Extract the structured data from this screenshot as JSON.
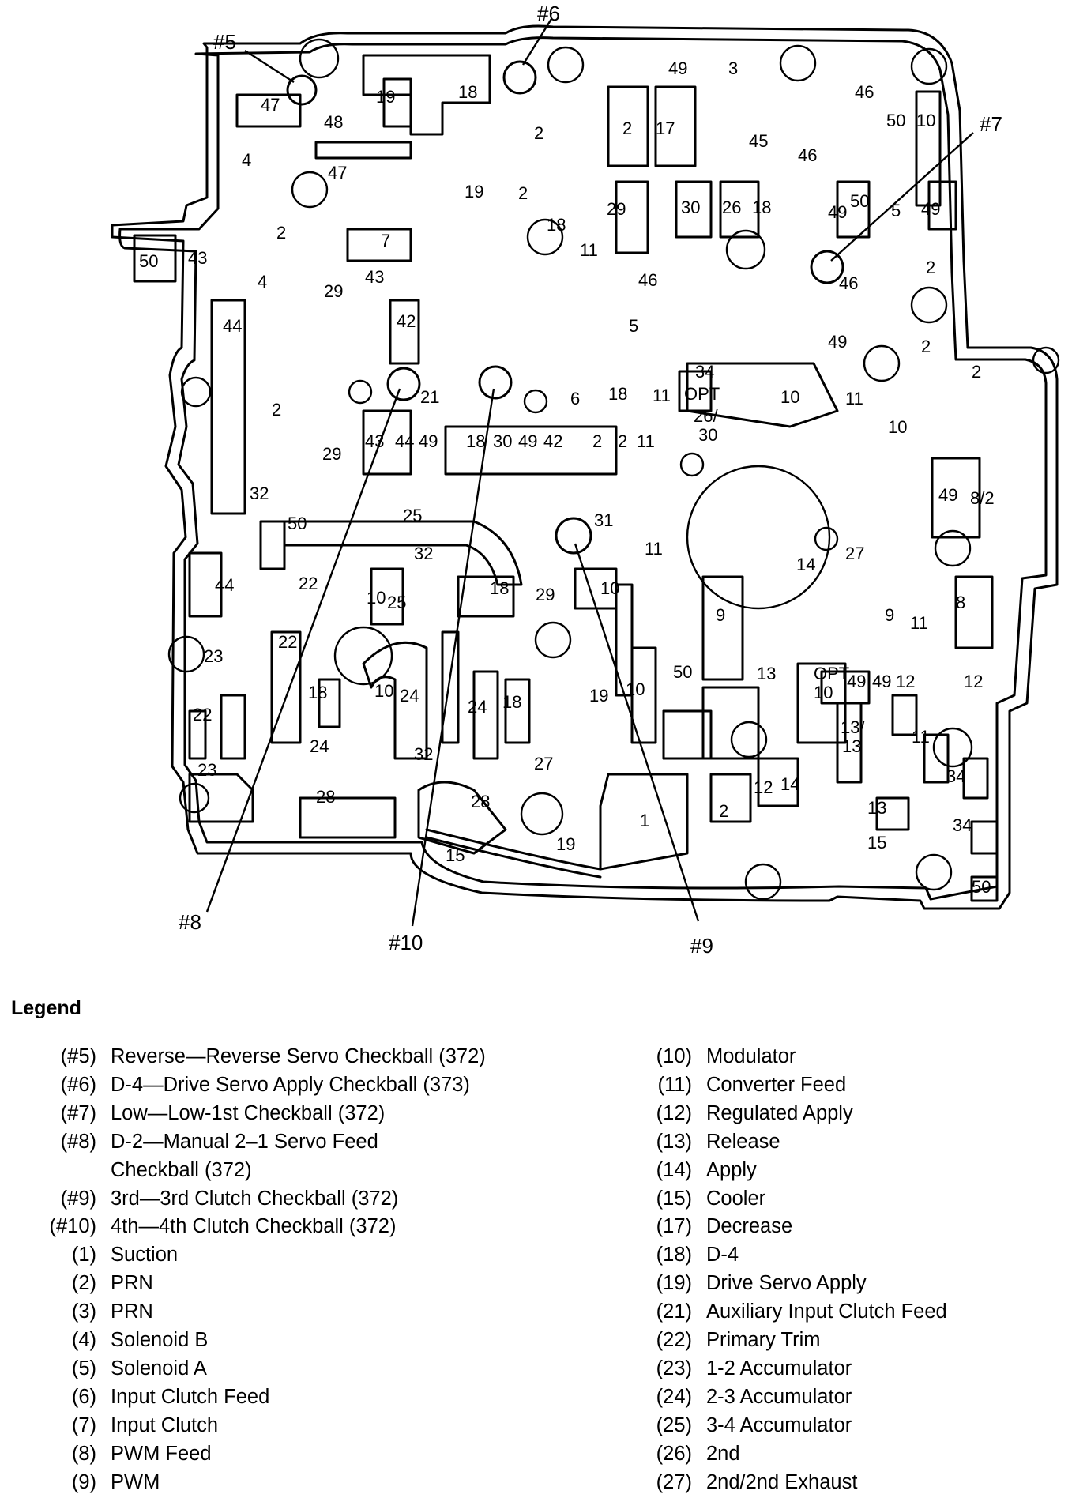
{
  "diagram": {
    "checkball_callouts": [
      "#5",
      "#6",
      "#7",
      "#8",
      "#9",
      "#10"
    ],
    "passage_labels": [
      "1",
      "2",
      "3",
      "4",
      "5",
      "6",
      "7",
      "8",
      "9",
      "10",
      "11",
      "12",
      "13",
      "14",
      "15",
      "17",
      "18",
      "19",
      "21",
      "22",
      "23",
      "24",
      "25",
      "27",
      "28",
      "29",
      "30",
      "31",
      "32",
      "34",
      "42",
      "43",
      "44",
      "45",
      "46",
      "47",
      "48",
      "49",
      "50",
      "OPT",
      "26/30",
      "34 OPT",
      "8/2",
      "13/13"
    ]
  },
  "legend": {
    "title": "Legend",
    "left": [
      {
        "code": "(#5)",
        "desc": "Reverse—Reverse Servo Checkball (372)"
      },
      {
        "code": "(#6)",
        "desc": "D-4—Drive Servo Apply Checkball (373)"
      },
      {
        "code": "(#7)",
        "desc": "Low—Low-1st Checkball (372)"
      },
      {
        "code": "(#8)",
        "desc": "D-2—Manual 2–1 Servo Feed"
      },
      {
        "code": "",
        "desc": "Checkball (372)"
      },
      {
        "code": "(#9)",
        "desc": "3rd—3rd Clutch Checkball (372)"
      },
      {
        "code": "(#10)",
        "desc": "4th—4th Clutch Checkball (372)"
      },
      {
        "code": "(1)",
        "desc": "Suction"
      },
      {
        "code": "(2)",
        "desc": "PRN"
      },
      {
        "code": "(3)",
        "desc": "PRN"
      },
      {
        "code": "(4)",
        "desc": "Solenoid B"
      },
      {
        "code": "(5)",
        "desc": "Solenoid A"
      },
      {
        "code": "(6)",
        "desc": "Input Clutch Feed"
      },
      {
        "code": "(7)",
        "desc": "Input Clutch"
      },
      {
        "code": "(8)",
        "desc": "PWM Feed"
      },
      {
        "code": "(9)",
        "desc": "PWM"
      }
    ],
    "right": [
      {
        "code": "(10)",
        "desc": "Modulator"
      },
      {
        "code": "(11)",
        "desc": "Converter Feed"
      },
      {
        "code": "(12)",
        "desc": "Regulated Apply"
      },
      {
        "code": "(13)",
        "desc": "Release"
      },
      {
        "code": "(14)",
        "desc": "Apply"
      },
      {
        "code": "(15)",
        "desc": "Cooler"
      },
      {
        "code": "(17)",
        "desc": "Decrease"
      },
      {
        "code": "(18)",
        "desc": "D-4"
      },
      {
        "code": "(19)",
        "desc": "Drive Servo Apply"
      },
      {
        "code": "(21)",
        "desc": "Auxiliary Input Clutch Feed"
      },
      {
        "code": "(22)",
        "desc": "Primary Trim"
      },
      {
        "code": "(23)",
        "desc": "1-2 Accumulator"
      },
      {
        "code": "(24)",
        "desc": "2-3 Accumulator"
      },
      {
        "code": "(25)",
        "desc": "3-4 Accumulator"
      },
      {
        "code": "(26)",
        "desc": "2nd"
      },
      {
        "code": "(27)",
        "desc": "2nd/2nd Exhaust"
      }
    ]
  }
}
